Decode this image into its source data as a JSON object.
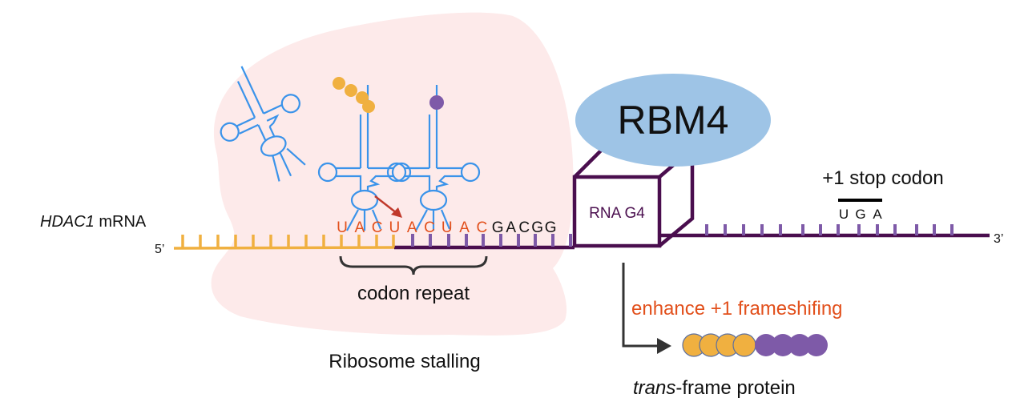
{
  "colors": {
    "ribosome": "#fdeaea",
    "trna": "#3a93ea",
    "orange_aa": "#f0b040",
    "purple_aa": "#7e5aa8",
    "mrna_orange": "#f0b040",
    "mrna_purple": "#4a0e4e",
    "tick_purple": "#7e5aa8",
    "codon_text": "#e2501c",
    "rbm4": "#9ec4e6",
    "g4_text": "#4a0e4e",
    "shift_arrow": "#c0392b",
    "label": "#111111"
  },
  "labels": {
    "mrna_name": "HDAC1",
    "mrna_suffix": " mRNA",
    "five_prime": "5’",
    "three_prime": "3’",
    "codon_repeat": "codon repeat",
    "ribosome_stalling": "Ribosome stalling",
    "rbm4": "RBM4",
    "rna_g4": "RNA G4",
    "stop_codon_title": "+1 stop codon",
    "stop_codon": [
      "U",
      "G",
      "A"
    ],
    "enhance": "enhance +1 frameshifing",
    "trans_prefix": "trans",
    "trans_suffix": "-frame protein"
  },
  "sequence": {
    "repeat": [
      "U",
      "A",
      "C",
      "U",
      "A",
      "C",
      "U",
      "A",
      "C"
    ],
    "tail": [
      "G",
      "A",
      "C",
      "G",
      "G"
    ]
  },
  "protein": {
    "orange_residues": 4,
    "purple_residues": 4
  }
}
